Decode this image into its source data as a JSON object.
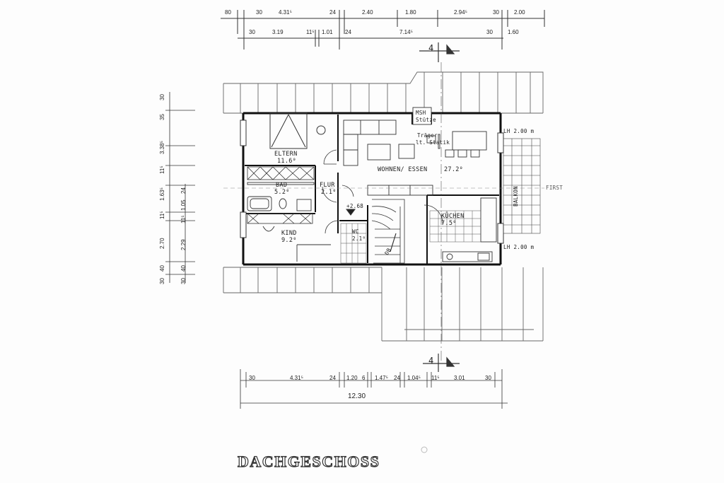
{
  "title": "DACHGESCHOSS",
  "top_dimensions_row1": [
    "80",
    "30",
    "4.31⁵",
    "24",
    "2.40",
    "1.80",
    "2.94⁵",
    "30",
    "2.00"
  ],
  "top_dimensions_row2": [
    "30",
    "3.19",
    "11⁵",
    "1.01",
    "24",
    "7.14⁵",
    "30",
    "1.60"
  ],
  "bottom_dimensions_row1": [
    "30",
    "4.31⁵",
    "24",
    "1.20",
    "6",
    "1.47⁵",
    "24",
    "1.04⁵",
    "11⁵",
    "3.01",
    "30"
  ],
  "bottom_total": "12.30",
  "left_dimensions_outer": [
    "30",
    "35",
    "3.38⁵",
    "11⁵",
    "1.63⁵",
    "11⁵",
    "2.70",
    "40",
    "30"
  ],
  "left_dimensions_inner": [
    "24",
    "1.05",
    "11⁵",
    "2.29",
    "40",
    "30"
  ],
  "rooms": {
    "eltern": {
      "name": "ELTERN",
      "area": "11.6⁰"
    },
    "bad": {
      "name": "BAD",
      "area": "5.2⁰"
    },
    "flur": {
      "name": "FLUR",
      "area": "2.1⁰"
    },
    "kind": {
      "name": "KIND",
      "area": "9.2⁰"
    },
    "wc": {
      "name": "WC",
      "area": "2.1⁰"
    },
    "wohnen": {
      "name": "WOHNEN/ ESSEN",
      "area": "27.2⁰"
    },
    "kuechen": {
      "name": "KÜCHEN",
      "area": "7.5⁰"
    }
  },
  "annotations": {
    "msh": "MSH",
    "stuetze": "Stütze",
    "traeger": "Träger",
    "statik": "lt. Statik",
    "lh_top": "LH 2.00 m",
    "lh_bottom": "LH 2.00 m",
    "first": "FIRST",
    "balkon": "BALKON",
    "level": "+2.68",
    "stair_label": "DB"
  },
  "section_marks": {
    "top": "4",
    "bottom": "4"
  }
}
